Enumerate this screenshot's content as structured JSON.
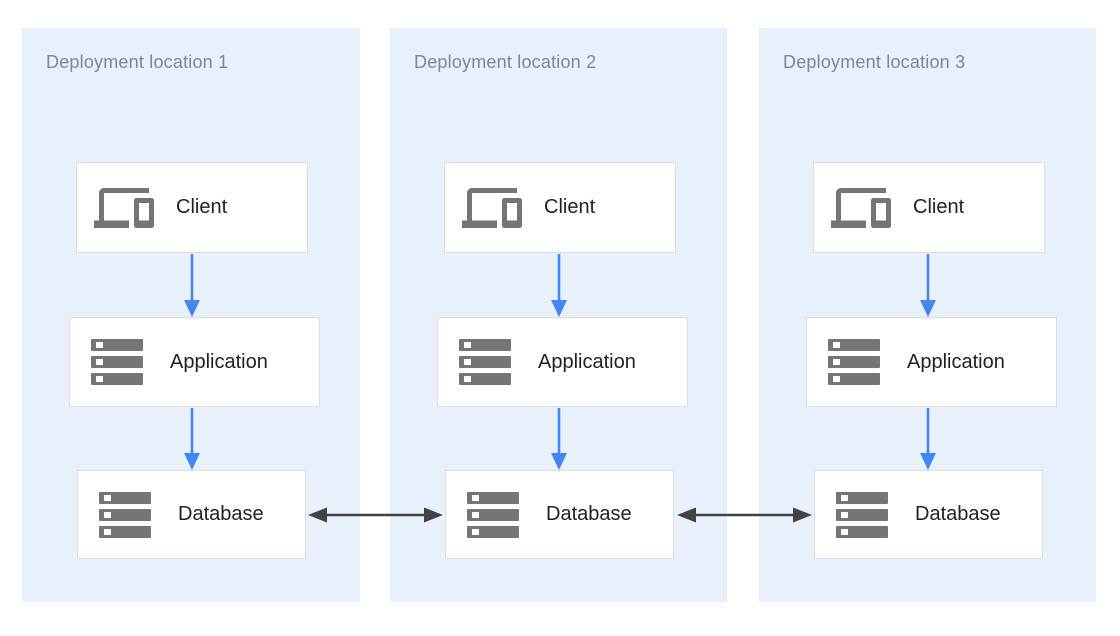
{
  "diagram": {
    "type": "architecture-diagram",
    "background_color": "#FFFFFF",
    "panel_color": "#E8F1FB",
    "box_background_color": "#FFFFFF",
    "box_border_color": "#DADCE0",
    "title_color": "#80868B",
    "label_color": "#212121",
    "icon_color": "#757575",
    "flow_arrow_color": "#4285F4",
    "sync_arrow_color": "#424242",
    "locations": [
      {
        "title": "Deployment location 1",
        "nodes": [
          {
            "label": "Client",
            "icon": "devices-icon"
          },
          {
            "label": "Application",
            "icon": "server-stack-icon"
          },
          {
            "label": "Database",
            "icon": "server-stack-icon"
          }
        ]
      },
      {
        "title": "Deployment location 2",
        "nodes": [
          {
            "label": "Client",
            "icon": "devices-icon"
          },
          {
            "label": "Application",
            "icon": "server-stack-icon"
          },
          {
            "label": "Database",
            "icon": "server-stack-icon"
          }
        ]
      },
      {
        "title": "Deployment location 3",
        "nodes": [
          {
            "label": "Client",
            "icon": "devices-icon"
          },
          {
            "label": "Application",
            "icon": "server-stack-icon"
          },
          {
            "label": "Database",
            "icon": "server-stack-icon"
          }
        ]
      }
    ],
    "flows": [
      {
        "from": "Client",
        "to": "Application",
        "style": "directed-down",
        "color": "#4285F4"
      },
      {
        "from": "Application",
        "to": "Database",
        "style": "directed-down",
        "color": "#4285F4"
      },
      {
        "from": "Database (location 1)",
        "to": "Database (location 2)",
        "style": "bidirectional",
        "color": "#424242"
      },
      {
        "from": "Database (location 2)",
        "to": "Database (location 3)",
        "style": "bidirectional",
        "color": "#424242"
      }
    ]
  }
}
